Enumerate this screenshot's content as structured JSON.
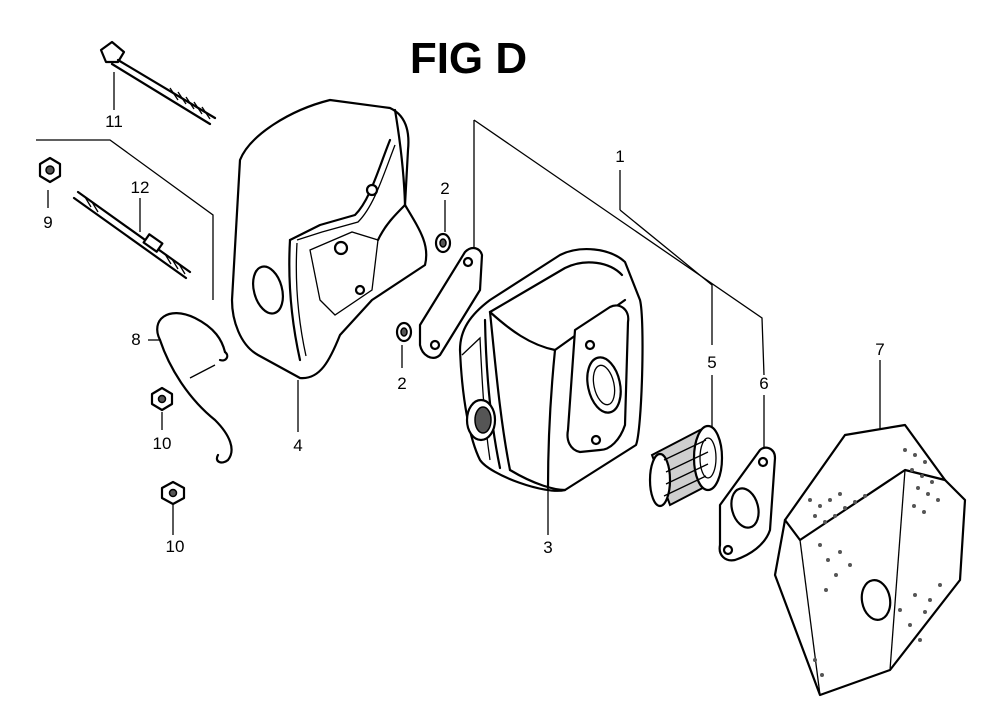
{
  "figure": {
    "title": "FIG D",
    "callouts": [
      {
        "id": "c1",
        "text": "1"
      },
      {
        "id": "c2a",
        "text": "2"
      },
      {
        "id": "c2b",
        "text": "2"
      },
      {
        "id": "c3",
        "text": "3"
      },
      {
        "id": "c4",
        "text": "4"
      },
      {
        "id": "c5",
        "text": "5"
      },
      {
        "id": "c6",
        "text": "6"
      },
      {
        "id": "c7",
        "text": "7"
      },
      {
        "id": "c8",
        "text": "8"
      },
      {
        "id": "c9",
        "text": "9"
      },
      {
        "id": "c10a",
        "text": "10"
      },
      {
        "id": "c10b",
        "text": "10"
      },
      {
        "id": "c11",
        "text": "11"
      },
      {
        "id": "c12",
        "text": "12"
      }
    ]
  }
}
